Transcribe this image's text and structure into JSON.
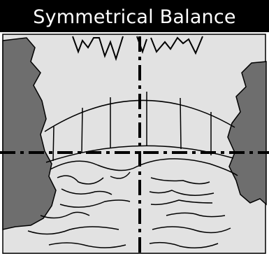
{
  "title": "Symmetrical Balance",
  "colors": {
    "title_background": "#000000",
    "title_text": "#ffffff",
    "panel_background": "#e2e2e2",
    "cliff_fill": "#6e6e6e",
    "outline": "#000000",
    "axis_lines": "#000000"
  },
  "illustration": {
    "axes": [
      "vertical-center-axis",
      "horizontal-center-axis"
    ],
    "elements": [
      "left-cliff",
      "right-cliff",
      "stalactites",
      "arched-bridge",
      "water-ripples"
    ]
  }
}
